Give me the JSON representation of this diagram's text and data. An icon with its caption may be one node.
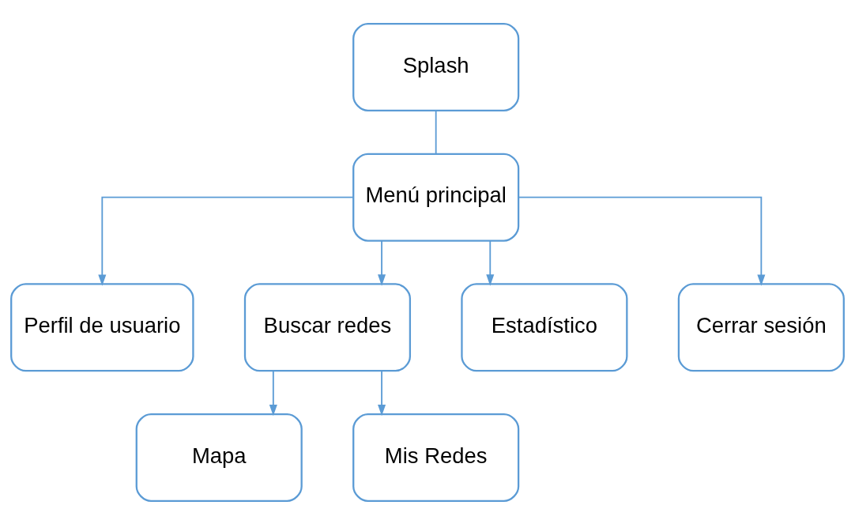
{
  "diagram": {
    "nodes": [
      {
        "text": [
          "Splash"
        ]
      },
      {
        "text": [
          "Menú principal"
        ]
      },
      {
        "text": [
          "Perfil de usuario"
        ]
      },
      {
        "text": [
          "Buscar redes"
        ]
      },
      {
        "text": [
          "Estadístico"
        ]
      },
      {
        "text": [
          "Cerrar sesión"
        ]
      },
      {
        "text": [
          "Mapa"
        ]
      },
      {
        "text": [
          "Mis Redes"
        ]
      }
    ],
    "edges": [
      {
        "from": 0,
        "to": 1,
        "arrow": "none"
      },
      {
        "from": 1,
        "to": 2,
        "arrow": "to"
      },
      {
        "from": 1,
        "to": 3,
        "arrow": "to"
      },
      {
        "from": 1,
        "to": 4,
        "arrow": "to"
      },
      {
        "from": 1,
        "to": 5,
        "arrow": "to"
      },
      {
        "from": 3,
        "to": 6,
        "arrow": "to"
      },
      {
        "from": 3,
        "to": 7,
        "arrow": "to"
      }
    ]
  }
}
